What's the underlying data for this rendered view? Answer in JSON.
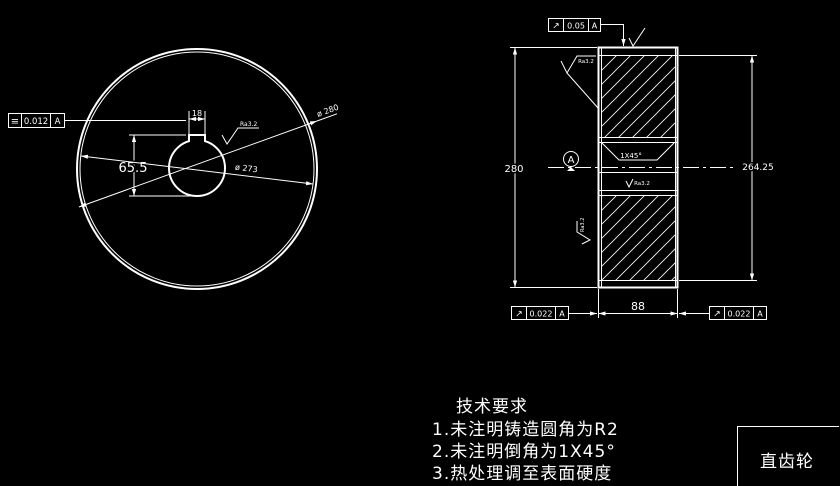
{
  "colors": {
    "background": "#000000",
    "line": "#ffffff"
  },
  "front_view": {
    "symmetry_tolerance": {
      "symbol": "≡",
      "value": "0.012",
      "datum": "A"
    },
    "keyway_width": "18",
    "bore_roughness": "Ra3.2",
    "keyway_depth": "65.5",
    "root_diameter": "ø 273",
    "tip_diameter": "ø 280"
  },
  "section_view": {
    "radial_runout": {
      "symbol": "↗",
      "value": "0.05",
      "datum": "A"
    },
    "rim_roughness": "Ra3.2",
    "tip_diameter": "280",
    "datum_label": "A",
    "chamfer": "1X45°",
    "bore_roughness": "Ra3.2",
    "root_diameter": "264.25",
    "face_roughness": "Ra3.2",
    "face_width": "88",
    "left_face_runout": {
      "symbol": "↗",
      "value": "0.022",
      "datum": "A"
    },
    "right_face_runout": {
      "symbol": "↗",
      "value": "0.022",
      "datum": "A"
    }
  },
  "technical_requirements": {
    "title": "技术要求",
    "items": [
      "1.未注明铸造圆角为R2",
      "2.未注明倒角为1X45°",
      "3.热处理调至表面硬度"
    ]
  },
  "title_block": {
    "part_name": "直齿轮"
  }
}
